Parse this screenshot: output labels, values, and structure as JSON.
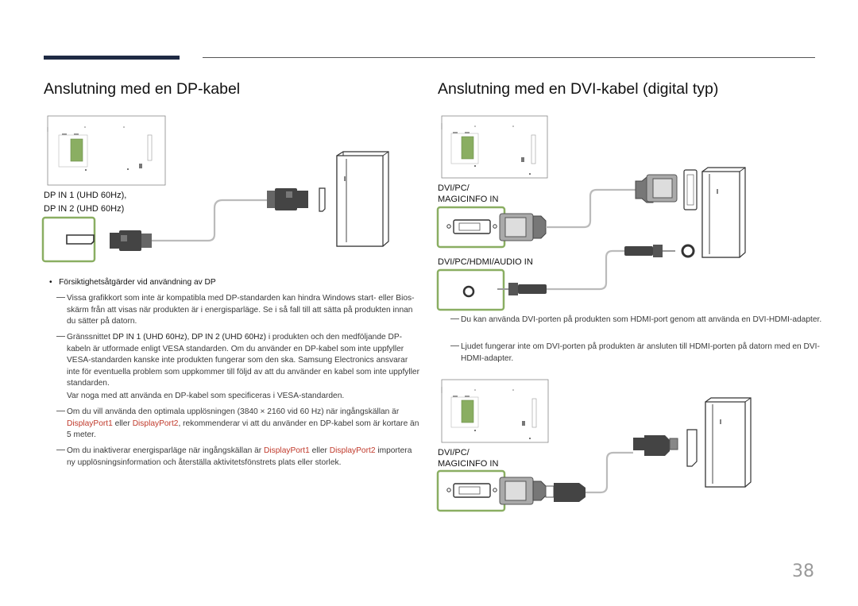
{
  "page": {
    "number": "38"
  },
  "left": {
    "heading": "Anslutning med en DP-kabel",
    "port_label_1": "DP IN 1 (UHD 60Hz),",
    "port_label_2": "DP IN 2 (UHD 60Hz)",
    "bullet": "Försiktighetsåtgärder vid användning av DP",
    "note1": "Vissa grafikkort som inte är kompatibla med DP-standarden kan hindra Windows start- eller Bios-skärm från att visas när produkten är i energisparläge. Se i så fall till att sätta på produkten innan du sätter på datorn.",
    "note2_a": "Gränssnittet ",
    "note2_b": "DP IN 1 (UHD 60Hz), DP IN 2 (UHD 60Hz)",
    "note2_c": " i produkten och den medföljande DP-kabeln är utformade enligt VESA standarden. Om du använder en DP-kabel som inte uppfyller VESA-standarden kanske inte produkten fungerar som den ska. Samsung Electronics ansvarar inte för eventuella problem som uppkommer till följd av att du använder en kabel som inte uppfyller standarden.",
    "note2_extra": "Var noga med att använda en DP-kabel som specificeras i VESA-standarden.",
    "note3_a": "Om du vill använda den optimala upplösningen (3840 × 2160 vid 60 Hz) när ingångskällan är ",
    "note3_link1": "DisplayPort1",
    "note3_mid": " eller ",
    "note3_link2": "DisplayPort2",
    "note3_c": ", rekommenderar vi att du använder en DP-kabel som är kortare än 5 meter.",
    "note4_a": "Om du inaktiverar energisparläge när ingångskällan är ",
    "note4_link1": "DisplayPort1",
    "note4_mid": " eller ",
    "note4_link2": "DisplayPort2",
    "note4_c": " importera ny upplösningsinformation och återställa aktivitetsfönstrets plats eller storlek."
  },
  "right": {
    "heading": "Anslutning med en DVI-kabel (digital typ)",
    "dvi_label_1": "DVI/PC/",
    "dvi_label_2": "MAGICINFO IN",
    "audio_label": "DVI/PC/HDMI/AUDIO IN",
    "note1": "Du kan använda DVI-porten på produkten som HDMI-port genom att använda en DVI-HDMI-adapter.",
    "note2": "Ljudet fungerar inte om DVI-porten på produkten är ansluten till HDMI-porten på datorn med en DVI-HDMI-adapter.",
    "dvi2_label_1": "DVI/PC/",
    "dvi2_label_2": "MAGICINFO IN"
  },
  "colors": {
    "port_green": "#8aae62",
    "header_bar": "#1f2a44",
    "link_red": "#c0392b"
  }
}
